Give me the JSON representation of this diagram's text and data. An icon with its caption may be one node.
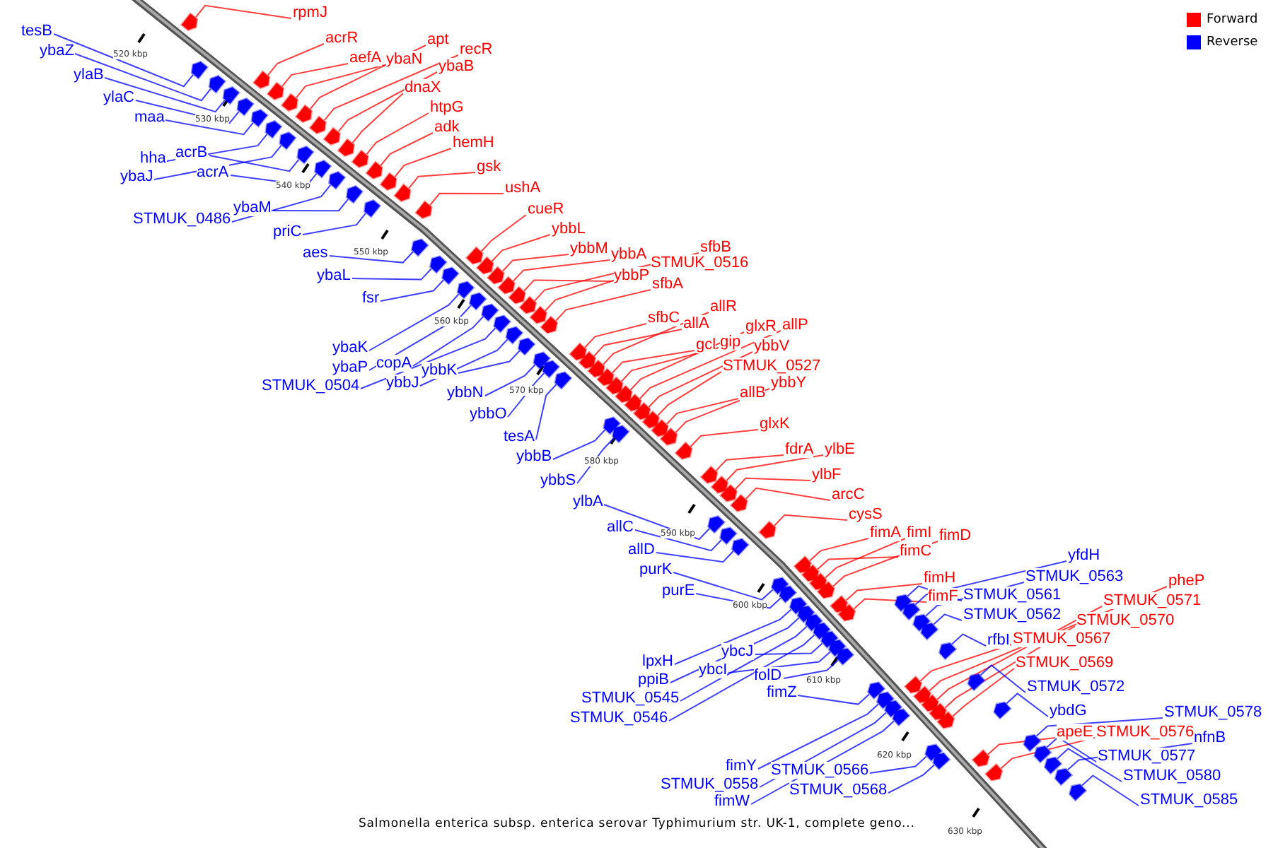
{
  "diagram": {
    "caption": "Salmonella enterica subsp. enterica serovar Typhimurium str. UK-1, complete geno...",
    "nodes": [
      {
        "text": [
          "tesB"
        ]
      },
      {
        "text": [
          "ybaZ"
        ]
      },
      {
        "text": [
          "ylaB"
        ]
      },
      {
        "text": [
          "ylaC"
        ]
      },
      {
        "text": [
          "maa"
        ]
      },
      {
        "text": [
          "hha"
        ]
      },
      {
        "text": [
          "ybaJ"
        ]
      },
      {
        "text": [
          "acrB"
        ]
      },
      {
        "text": [
          "acrA"
        ]
      },
      {
        "text": [
          "STMUK_0486"
        ]
      },
      {
        "text": [
          "ybaM"
        ]
      },
      {
        "text": [
          "priC"
        ]
      },
      {
        "text": [
          "aes"
        ]
      },
      {
        "text": [
          "ybaL"
        ]
      },
      {
        "text": [
          "fsr"
        ]
      },
      {
        "text": [
          "ybaK"
        ]
      },
      {
        "text": [
          "ybaP"
        ]
      },
      {
        "text": [
          "copA"
        ]
      },
      {
        "text": [
          "STMUK_0504"
        ]
      },
      {
        "text": [
          "ybbJ"
        ]
      },
      {
        "text": [
          "ybbK"
        ]
      },
      {
        "text": [
          "ybbN"
        ]
      },
      {
        "text": [
          "ybbO"
        ]
      },
      {
        "text": [
          "tesA"
        ]
      },
      {
        "text": [
          "ybbB"
        ]
      },
      {
        "text": [
          "ybbS"
        ]
      },
      {
        "text": [
          "ylbA"
        ]
      },
      {
        "text": [
          "allC"
        ]
      },
      {
        "text": [
          "allD"
        ]
      },
      {
        "text": [
          "purK"
        ]
      },
      {
        "text": [
          "purE"
        ]
      },
      {
        "text": [
          "lpxH"
        ]
      },
      {
        "text": [
          "ppiB"
        ]
      },
      {
        "text": [
          "STMUK_0545"
        ]
      },
      {
        "text": [
          "STMUK_0546"
        ]
      },
      {
        "text": [
          "ybcJ"
        ]
      },
      {
        "text": [
          "ybcI"
        ]
      },
      {
        "text": [
          "folD"
        ]
      },
      {
        "text": [
          "fimZ"
        ]
      },
      {
        "text": [
          "fimY"
        ]
      },
      {
        "text": [
          "STMUK_0558"
        ]
      },
      {
        "text": [
          "fimW"
        ]
      },
      {
        "text": [
          "STMUK_0566"
        ]
      },
      {
        "text": [
          "STMUK_0568"
        ]
      },
      {
        "text": [
          "rpmJ"
        ]
      },
      {
        "text": [
          "acrR"
        ]
      },
      {
        "text": [
          "aefA"
        ]
      },
      {
        "text": [
          "ybaN"
        ]
      },
      {
        "text": [
          "apt"
        ]
      },
      {
        "text": [
          "recR"
        ]
      },
      {
        "text": [
          "ybaB"
        ]
      },
      {
        "text": [
          "dnaX"
        ]
      },
      {
        "text": [
          "htpG"
        ]
      },
      {
        "text": [
          "adk"
        ]
      },
      {
        "text": [
          "hemH"
        ]
      },
      {
        "text": [
          "gsk"
        ]
      },
      {
        "text": [
          "ushA"
        ]
      },
      {
        "text": [
          "cueR"
        ]
      },
      {
        "text": [
          "ybbL"
        ]
      },
      {
        "text": [
          "ybbM"
        ]
      },
      {
        "text": [
          "ybbA"
        ]
      },
      {
        "text": [
          "ybbP"
        ]
      },
      {
        "text": [
          "STMUK_0516"
        ]
      },
      {
        "text": [
          "sfbB"
        ]
      },
      {
        "text": [
          "sfbA"
        ]
      },
      {
        "text": [
          "sfbC"
        ]
      },
      {
        "text": [
          "allA"
        ]
      },
      {
        "text": [
          "allR"
        ]
      },
      {
        "text": [
          "gcl"
        ]
      },
      {
        "text": [
          "gip"
        ]
      },
      {
        "text": [
          "glxR"
        ]
      },
      {
        "text": [
          "allP"
        ]
      },
      {
        "text": [
          "ybbV"
        ]
      },
      {
        "text": [
          "STMUK_0527"
        ]
      },
      {
        "text": [
          "allB"
        ]
      },
      {
        "text": [
          "ybbY"
        ]
      },
      {
        "text": [
          "glxK"
        ]
      },
      {
        "text": [
          "fdrA"
        ]
      },
      {
        "text": [
          "ylbE"
        ]
      },
      {
        "text": [
          "ylbF"
        ]
      },
      {
        "text": [
          "arcC"
        ]
      },
      {
        "text": [
          "cysS"
        ]
      },
      {
        "text": [
          "fimA"
        ]
      },
      {
        "text": [
          "fimI"
        ]
      },
      {
        "text": [
          "fimD"
        ]
      },
      {
        "text": [
          "fimC"
        ]
      },
      {
        "text": [
          "fimH"
        ]
      },
      {
        "text": [
          "fimF"
        ]
      },
      {
        "text": [
          "pheP"
        ]
      },
      {
        "text": [
          "STMUK_0571"
        ]
      },
      {
        "text": [
          "STMUK_0570"
        ]
      },
      {
        "text": [
          "STMUK_0567"
        ]
      },
      {
        "text": [
          "STMUK_0569"
        ]
      },
      {
        "text": [
          "apeE"
        ]
      },
      {
        "text": [
          "STMUK_0576"
        ]
      },
      {
        "text": [
          "yfdH"
        ]
      },
      {
        "text": [
          "STMUK_0563"
        ]
      },
      {
        "text": [
          "STMUK_0561"
        ]
      },
      {
        "text": [
          "STMUK_0562"
        ]
      },
      {
        "text": [
          "rfbI"
        ]
      },
      {
        "text": [
          "STMUK_0572"
        ]
      },
      {
        "text": [
          "ybdG"
        ]
      },
      {
        "text": [
          "STMUK_0578"
        ]
      },
      {
        "text": [
          "nfnB"
        ]
      },
      {
        "text": [
          "STMUK_0577"
        ]
      },
      {
        "text": [
          "STMUK_0580"
        ]
      },
      {
        "text": [
          "STMUK_0585"
        ]
      },
      {
        "text": [],
        "shape": "pentagon"
      },
      {
        "text": [],
        "shape": "pentagon"
      },
      {
        "text": [],
        "shape": "pentagon"
      },
      {
        "text": [],
        "shape": "pentagon"
      },
      {
        "text": [],
        "shape": "pentagon"
      },
      {
        "text": [],
        "shape": "pentagon"
      },
      {
        "text": [],
        "shape": "pentagon"
      },
      {
        "text": [],
        "shape": "pentagon"
      },
      {
        "text": [],
        "shape": "pentagon"
      },
      {
        "text": [],
        "shape": "pentagon"
      },
      {
        "text": [],
        "shape": "pentagon"
      },
      {
        "text": [],
        "shape": "pentagon"
      },
      {
        "text": [],
        "shape": "pentagon"
      },
      {
        "text": [],
        "shape": "pentagon"
      },
      {
        "text": [],
        "shape": "pentagon"
      },
      {
        "text": [],
        "shape": "pentagon"
      },
      {
        "text": [],
        "shape": "pentagon"
      },
      {
        "text": [],
        "shape": "pentagon"
      },
      {
        "text": [],
        "shape": "pentagon"
      },
      {
        "text": [],
        "shape": "pentagon"
      },
      {
        "text": [],
        "shape": "pentagon"
      },
      {
        "text": [],
        "shape": "pentagon"
      },
      {
        "text": [],
        "shape": "pentagon"
      },
      {
        "text": [],
        "shape": "pentagon"
      },
      {
        "text": [],
        "shape": "pentagon"
      },
      {
        "text": [],
        "shape": "pentagon"
      },
      {
        "text": [],
        "shape": "pentagon"
      },
      {
        "text": [],
        "shape": "pentagon"
      },
      {
        "text": [],
        "shape": "pentagon"
      },
      {
        "text": [],
        "shape": "pentagon"
      },
      {
        "text": [],
        "shape": "pentagon"
      },
      {
        "text": [],
        "shape": "pentagon"
      },
      {
        "text": [],
        "shape": "pentagon"
      },
      {
        "text": [],
        "shape": "pentagon"
      },
      {
        "text": [],
        "shape": "pentagon"
      },
      {
        "text": [],
        "shape": "pentagon"
      },
      {
        "text": [],
        "shape": "pentagon"
      },
      {
        "text": [],
        "shape": "pentagon"
      },
      {
        "text": [],
        "shape": "pentagon"
      },
      {
        "text": [],
        "shape": "pentagon"
      },
      {
        "text": [],
        "shape": "pentagon"
      },
      {
        "text": [],
        "shape": "pentagon"
      },
      {
        "text": [],
        "shape": "pentagon"
      },
      {
        "text": [],
        "shape": "pentagon"
      },
      {
        "text": [],
        "shape": "pentagon"
      },
      {
        "text": [],
        "shape": "pentagon"
      },
      {
        "text": [],
        "shape": "pentagon"
      },
      {
        "text": [],
        "shape": "pentagon"
      },
      {
        "text": [],
        "shape": "pentagon"
      },
      {
        "text": [],
        "shape": "pentagon"
      },
      {
        "text": [],
        "shape": "pentagon"
      },
      {
        "text": [],
        "shape": "pentagon"
      },
      {
        "text": [],
        "shape": "pentagon"
      },
      {
        "text": [],
        "shape": "pentagon"
      },
      {
        "text": [],
        "shape": "pentagon"
      },
      {
        "text": [],
        "shape": "pentagon"
      },
      {
        "text": [],
        "shape": "pentagon"
      },
      {
        "text": [],
        "shape": "pentagon"
      },
      {
        "text": [],
        "shape": "pentagon"
      },
      {
        "text": [],
        "shape": "pentagon"
      },
      {
        "text": [],
        "shape": "pentagon"
      },
      {
        "text": [],
        "shape": "pentagon"
      },
      {
        "text": [],
        "shape": "pentagon"
      },
      {
        "text": [],
        "shape": "pentagon"
      },
      {
        "text": [],
        "shape": "pentagon"
      },
      {
        "text": [],
        "shape": "pentagon"
      },
      {
        "text": [],
        "shape": "pentagon"
      },
      {
        "text": [],
        "shape": "pentagon"
      },
      {
        "text": [],
        "shape": "pentagon"
      },
      {
        "text": [],
        "shape": "pentagon"
      },
      {
        "text": [],
        "shape": "pentagon"
      },
      {
        "text": [],
        "shape": "pentagon"
      },
      {
        "text": [],
        "shape": "pentagon"
      },
      {
        "text": [],
        "shape": "pentagon"
      },
      {
        "text": [],
        "shape": "pentagon"
      },
      {
        "text": [],
        "shape": "pentagon"
      },
      {
        "text": [],
        "shape": "pentagon"
      },
      {
        "text": [],
        "shape": "pentagon"
      },
      {
        "text": [],
        "shape": "pentagon"
      },
      {
        "text": [],
        "shape": "pentagon"
      },
      {
        "text": [],
        "shape": "pentagon"
      },
      {
        "text": [],
        "shape": "pentagon"
      },
      {
        "text": [],
        "shape": "pentagon"
      },
      {
        "text": [],
        "shape": "pentagon"
      },
      {
        "text": [],
        "shape": "pentagon"
      },
      {
        "text": [],
        "shape": "pentagon"
      },
      {
        "text": [],
        "shape": "pentagon"
      },
      {
        "text": [],
        "shape": "pentagon"
      },
      {
        "text": [],
        "shape": "pentagon"
      },
      {
        "text": [],
        "shape": "pentagon"
      },
      {
        "text": [],
        "shape": "pentagon"
      },
      {
        "text": [],
        "shape": "pentagon"
      },
      {
        "text": [],
        "shape": "pentagon"
      },
      {
        "text": [],
        "shape": "pentagon"
      },
      {
        "text": [],
        "shape": "pentagon"
      },
      {
        "text": [],
        "shape": "pentagon"
      },
      {
        "text": [],
        "shape": "pentagon"
      },
      {
        "text": [],
        "shape": "pentagon"
      },
      {
        "text": [],
        "shape": "pentagon"
      },
      {
        "text": [],
        "shape": "pentagon"
      },
      {
        "text": [],
        "shape": "pentagon"
      },
      {
        "text": [],
        "shape": "pentagon"
      },
      {
        "text": [],
        "shape": "pentagon"
      },
      {
        "text": [],
        "shape": "pentagon"
      },
      {
        "text": [],
        "shape": "pentagon"
      },
      {
        "text": [],
        "shape": "pentagon"
      },
      {
        "text": [],
        "shape": "pentagon"
      }
    ],
    "edges": [
      {
        "from": 0,
        "to": 107,
        "arrow": "none"
      },
      {
        "from": 1,
        "to": 108,
        "arrow": "none"
      },
      {
        "from": 2,
        "to": 109,
        "arrow": "none"
      },
      {
        "from": 3,
        "to": 110,
        "arrow": "none"
      },
      {
        "from": 4,
        "to": 111,
        "arrow": "none"
      },
      {
        "from": 5,
        "to": 112,
        "arrow": "none"
      },
      {
        "from": 6,
        "to": 113,
        "arrow": "none"
      },
      {
        "from": 7,
        "to": 114,
        "arrow": "none"
      },
      {
        "from": 8,
        "to": 115,
        "arrow": "none"
      },
      {
        "from": 9,
        "to": 116,
        "arrow": "none"
      },
      {
        "from": 10,
        "to": 117,
        "arrow": "none"
      },
      {
        "from": 11,
        "to": 118,
        "arrow": "none"
      },
      {
        "from": 12,
        "to": 119,
        "arrow": "none"
      },
      {
        "from": 13,
        "to": 120,
        "arrow": "none"
      },
      {
        "from": 14,
        "to": 121,
        "arrow": "none"
      },
      {
        "from": 15,
        "to": 122,
        "arrow": "none"
      },
      {
        "from": 16,
        "to": 123,
        "arrow": "none"
      },
      {
        "from": 17,
        "to": 124,
        "arrow": "none"
      },
      {
        "from": 18,
        "to": 125,
        "arrow": "none"
      },
      {
        "from": 19,
        "to": 126,
        "arrow": "none"
      },
      {
        "from": 20,
        "to": 127,
        "arrow": "none"
      },
      {
        "from": 21,
        "to": 128,
        "arrow": "none"
      },
      {
        "from": 22,
        "to": 129,
        "arrow": "none"
      },
      {
        "from": 23,
        "to": 130,
        "arrow": "none"
      },
      {
        "from": 24,
        "to": 131,
        "arrow": "none"
      },
      {
        "from": 25,
        "to": 132,
        "arrow": "none"
      },
      {
        "from": 26,
        "to": 133,
        "arrow": "none"
      },
      {
        "from": 27,
        "to": 134,
        "arrow": "none"
      },
      {
        "from": 28,
        "to": 135,
        "arrow": "none"
      },
      {
        "from": 29,
        "to": 136,
        "arrow": "none"
      },
      {
        "from": 30,
        "to": 137,
        "arrow": "none"
      },
      {
        "from": 31,
        "to": 138,
        "arrow": "none"
      },
      {
        "from": 32,
        "to": 139,
        "arrow": "none"
      },
      {
        "from": 33,
        "to": 140,
        "arrow": "none"
      },
      {
        "from": 34,
        "to": 141,
        "arrow": "none"
      },
      {
        "from": 35,
        "to": 142,
        "arrow": "none"
      },
      {
        "from": 36,
        "to": 143,
        "arrow": "none"
      },
      {
        "from": 37,
        "to": 144,
        "arrow": "none"
      },
      {
        "from": 38,
        "to": 145,
        "arrow": "none"
      },
      {
        "from": 39,
        "to": 146,
        "arrow": "none"
      },
      {
        "from": 40,
        "to": 147,
        "arrow": "none"
      },
      {
        "from": 41,
        "to": 148,
        "arrow": "none"
      },
      {
        "from": 42,
        "to": 149,
        "arrow": "none"
      },
      {
        "from": 43,
        "to": 150,
        "arrow": "none"
      },
      {
        "from": 44,
        "to": 151,
        "arrow": "none",
        "color": "#ff0000"
      },
      {
        "from": 45,
        "to": 152,
        "arrow": "none",
        "color": "#ff0000"
      },
      {
        "from": 46,
        "to": 153,
        "arrow": "none",
        "color": "#ff0000"
      },
      {
        "from": 47,
        "to": 154,
        "arrow": "none",
        "color": "#ff0000"
      },
      {
        "from": 48,
        "to": 155,
        "arrow": "none",
        "color": "#ff0000"
      },
      {
        "from": 49,
        "to": 156,
        "arrow": "none",
        "color": "#ff0000"
      },
      {
        "from": 50,
        "to": 157,
        "arrow": "none",
        "color": "#ff0000"
      },
      {
        "from": 51,
        "to": 158,
        "arrow": "none",
        "color": "#ff0000"
      },
      {
        "from": 52,
        "to": 159,
        "arrow": "none",
        "color": "#ff0000"
      },
      {
        "from": 53,
        "to": 160,
        "arrow": "none",
        "color": "#ff0000"
      },
      {
        "from": 54,
        "to": 161,
        "arrow": "none",
        "color": "#ff0000"
      },
      {
        "from": 55,
        "to": 162,
        "arrow": "none",
        "color": "#ff0000"
      },
      {
        "from": 56,
        "to": 163,
        "arrow": "none",
        "color": "#ff0000"
      },
      {
        "from": 57,
        "to": 164,
        "arrow": "none",
        "color": "#ff0000"
      },
      {
        "from": 58,
        "to": 165,
        "arrow": "none",
        "color": "#ff0000"
      },
      {
        "from": 59,
        "to": 166,
        "arrow": "none",
        "color": "#ff0000"
      },
      {
        "from": 60,
        "to": 167,
        "arrow": "none",
        "color": "#ff0000"
      },
      {
        "from": 61,
        "to": 168,
        "arrow": "none",
        "color": "#ff0000"
      },
      {
        "from": 62,
        "to": 169,
        "arrow": "none",
        "color": "#ff0000"
      },
      {
        "from": 63,
        "to": 170,
        "arrow": "none",
        "color": "#ff0000"
      },
      {
        "from": 64,
        "to": 171,
        "arrow": "none",
        "color": "#ff0000"
      },
      {
        "from": 65,
        "to": 172,
        "arrow": "none",
        "color": "#ff0000"
      },
      {
        "from": 66,
        "to": 173,
        "arrow": "none",
        "color": "#ff0000"
      },
      {
        "from": 67,
        "to": 174,
        "arrow": "none",
        "color": "#ff0000"
      },
      {
        "from": 68,
        "to": 175,
        "arrow": "none",
        "color": "#ff0000"
      },
      {
        "from": 69,
        "to": 176,
        "arrow": "none",
        "color": "#ff0000"
      },
      {
        "from": 70,
        "to": 177,
        "arrow": "none",
        "color": "#ff0000"
      },
      {
        "from": 71,
        "to": 178,
        "arrow": "none",
        "color": "#ff0000"
      },
      {
        "from": 72,
        "to": 179,
        "arrow": "none",
        "color": "#ff0000"
      },
      {
        "from": 73,
        "to": 180,
        "arrow": "none",
        "color": "#ff0000"
      },
      {
        "from": 74,
        "to": 181,
        "arrow": "none",
        "color": "#ff0000"
      },
      {
        "from": 75,
        "to": 182,
        "arrow": "none",
        "color": "#ff0000"
      },
      {
        "from": 76,
        "to": 183,
        "arrow": "none",
        "color": "#ff0000"
      },
      {
        "from": 77,
        "to": 184,
        "arrow": "none",
        "color": "#ff0000"
      },
      {
        "from": 78,
        "to": 185,
        "arrow": "none",
        "color": "#ff0000"
      },
      {
        "from": 79,
        "to": 186,
        "arrow": "none",
        "color": "#ff0000"
      },
      {
        "from": 80,
        "to": 187,
        "arrow": "none",
        "color": "#ff0000"
      },
      {
        "from": 81,
        "to": 188,
        "arrow": "none",
        "color": "#ff0000"
      },
      {
        "from": 82,
        "to": 189,
        "arrow": "none",
        "color": "#ff0000"
      },
      {
        "from": 83,
        "to": 190,
        "arrow": "none",
        "color": "#ff0000"
      },
      {
        "from": 84,
        "to": 191,
        "arrow": "none",
        "color": "#ff0000"
      },
      {
        "from": 85,
        "to": 192,
        "arrow": "none",
        "color": "#ff0000"
      },
      {
        "from": 86,
        "to": 193,
        "arrow": "none",
        "color": "#ff0000"
      },
      {
        "from": 87,
        "to": 194,
        "arrow": "none",
        "color": "#ff0000"
      },
      {
        "from": 88,
        "to": 195,
        "arrow": "none",
        "color": "#ff0000"
      },
      {
        "from": 89,
        "to": 196,
        "arrow": "none",
        "color": "#ff0000"
      },
      {
        "from": 90,
        "to": 197,
        "arrow": "none",
        "color": "#ff0000"
      },
      {
        "from": 91,
        "to": 198,
        "arrow": "none",
        "color": "#ff0000"
      },
      {
        "from": 92,
        "to": 199,
        "arrow": "none",
        "color": "#ff0000"
      },
      {
        "from": 93,
        "to": 200,
        "arrow": "none",
        "color": "#ff0000"
      },
      {
        "from": 94,
        "to": 201,
        "arrow": "none",
        "color": "#ff0000"
      },
      {
        "from": 95,
        "to": 202,
        "arrow": "none"
      },
      {
        "from": 96,
        "to": 203,
        "arrow": "none"
      },
      {
        "from": 97,
        "to": 204,
        "arrow": "none"
      },
      {
        "from": 98,
        "to": 205,
        "arrow": "none"
      },
      {
        "from": 99,
        "to": 206,
        "arrow": "none"
      },
      {
        "from": 100,
        "to": 207,
        "arrow": "none"
      },
      {
        "from": 101,
        "to": 208,
        "arrow": "none"
      },
      {
        "from": 102,
        "to": 209,
        "arrow": "none"
      },
      {
        "from": 103,
        "to": 210,
        "arrow": "none"
      },
      {
        "from": 104,
        "to": 211,
        "arrow": "none"
      },
      {
        "from": 105,
        "to": 212,
        "arrow": "none"
      },
      {
        "from": 106,
        "to": 213,
        "arrow": "none"
      }
    ],
    "labels": [
      "520 kbp",
      "530 kbp",
      "540 kbp",
      "550 kbp",
      "560 kbp",
      "570 kbp",
      "580 kbp",
      "590 kbp",
      "600 kbp",
      "610 kbp",
      "620 kbp",
      "630 kbp"
    ],
    "legend": [
      {
        "text": "Forward",
        "color": "#ff0000"
      },
      {
        "text": "Reverse",
        "color": "#0000ff"
      }
    ]
  }
}
